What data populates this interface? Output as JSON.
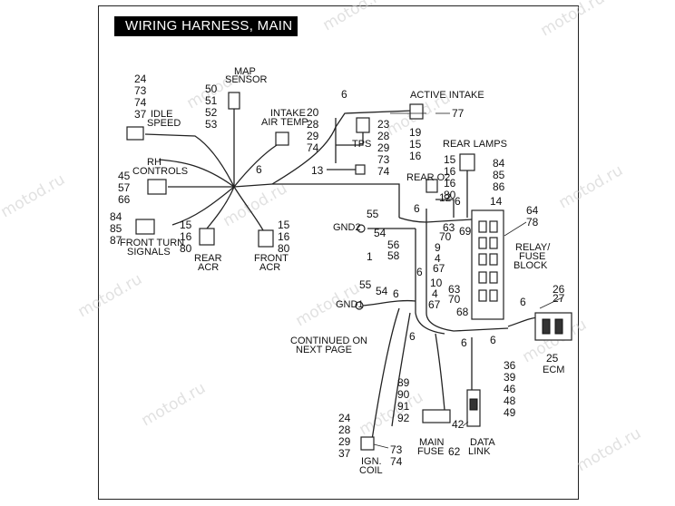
{
  "title": "WIRING HARNESS, MAIN",
  "watermark": "motod.ru",
  "callouts": {
    "idle_speed": {
      "nums": [
        "24",
        "73",
        "74",
        "37"
      ],
      "label": [
        "IDLE",
        "SPEED"
      ]
    },
    "map_sensor": {
      "nums": [
        "50",
        "51",
        "52",
        "53"
      ],
      "label": [
        "MAP",
        "SENSOR"
      ]
    },
    "intake_air_temp": {
      "nums": [
        "20",
        "28",
        "29",
        "74"
      ],
      "label": [
        "INTAKE",
        "AIR TEMP."
      ]
    },
    "tps": {
      "nums": [
        "6",
        "23",
        "28",
        "29",
        "73",
        "74"
      ],
      "label": "TPS"
    },
    "n13": "13",
    "active_intake": {
      "nums": [
        "19",
        "15",
        "16",
        "77"
      ],
      "label": "ACTIVE INTAKE"
    },
    "rear_lamps": {
      "nums": [
        "15",
        "16",
        "84",
        "85",
        "86"
      ],
      "label": "REAR LAMPS"
    },
    "rear_o2": {
      "nums": [
        "16",
        "80"
      ],
      "label": "REAR O2"
    },
    "rh_controls": {
      "nums": [
        "45",
        "57",
        "66"
      ],
      "label": [
        "RH",
        "CONTROLS"
      ]
    },
    "center_6": "6",
    "front_turn": {
      "nums": [
        "84",
        "85",
        "87"
      ],
      "label": [
        "FRONT TURN",
        "SIGNALS"
      ]
    },
    "rear_acr": {
      "nums": [
        "15",
        "16",
        "80"
      ],
      "label": [
        "REAR",
        "ACR"
      ]
    },
    "front_acr": {
      "nums": [
        "15",
        "16",
        "80"
      ],
      "label": [
        "FRONT",
        "ACR"
      ]
    },
    "gnd2": {
      "nums": [
        "55",
        "54",
        "1"
      ],
      "label": "GND2"
    },
    "gnd1": {
      "nums": [
        "55",
        "54"
      ],
      "label": "GND1"
    },
    "harness": [
      "12",
      "6",
      "6",
      "14",
      "63",
      "69",
      "70",
      "9",
      "4",
      "67",
      "56",
      "58",
      "6",
      "10",
      "4",
      "63",
      "67",
      "70",
      "6",
      "68",
      "6",
      "6",
      "6"
    ],
    "relay_fuse": {
      "nums": [
        "64",
        "78"
      ],
      "label": [
        "RELAY/",
        "FUSE",
        "BLOCK"
      ]
    },
    "ecm": {
      "nums": [
        "6",
        "26",
        "27",
        "25"
      ],
      "label": "ECM"
    },
    "continued": [
      "CONTINUED ON",
      "NEXT PAGE"
    ],
    "data_link": {
      "nums": [
        "36",
        "39",
        "46",
        "48",
        "49",
        "42"
      ],
      "label": [
        "DATA",
        "LINK"
      ]
    },
    "main_fuse": {
      "nums": [
        "89",
        "90",
        "91",
        "92",
        "62"
      ],
      "label": [
        "MAIN",
        "FUSE"
      ]
    },
    "ign_coil": {
      "nums": [
        "24",
        "28",
        "29",
        "37",
        "73",
        "74"
      ],
      "label": [
        "IGN.",
        "COIL"
      ]
    }
  }
}
